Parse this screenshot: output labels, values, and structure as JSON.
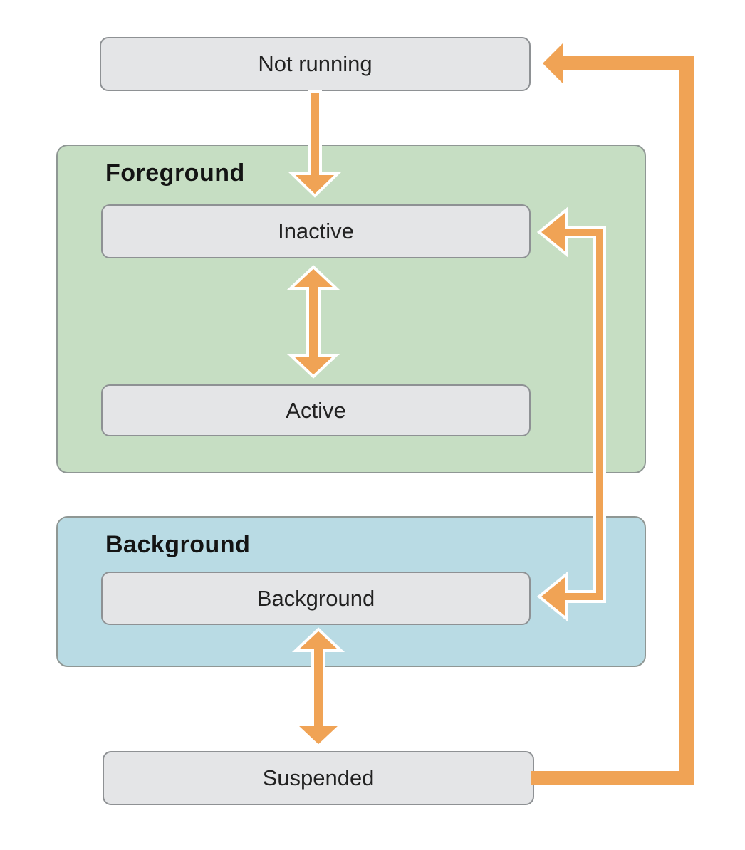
{
  "diagram": {
    "nodes": {
      "not_running": {
        "label": "Not running"
      },
      "inactive": {
        "label": "Inactive"
      },
      "active": {
        "label": "Active"
      },
      "background": {
        "label": "Background"
      },
      "suspended": {
        "label": "Suspended"
      }
    },
    "groups": {
      "foreground": {
        "label": "Foreground"
      },
      "background": {
        "label": "Background"
      }
    },
    "edges": [
      {
        "from": "Not running",
        "to": "Inactive",
        "direction": "one-way",
        "shape": "straight-down"
      },
      {
        "from": "Inactive",
        "to": "Active",
        "direction": "two-way",
        "shape": "straight-vertical"
      },
      {
        "from": "Inactive",
        "to": "Background",
        "direction": "two-way",
        "shape": "right-side-elbow"
      },
      {
        "from": "Background",
        "to": "Suspended",
        "direction": "two-way",
        "shape": "straight-vertical"
      },
      {
        "from": "Suspended",
        "to": "Not running",
        "direction": "one-way",
        "shape": "right-side-elbow"
      }
    ],
    "colors": {
      "arrow": "#F0A355",
      "arrow_outline": "#FFFFFF",
      "foreground_fill": "#C6DEC3",
      "background_fill": "#B9DBE4",
      "group_border": "#8F9794",
      "node_fill": "#E4E5E7",
      "node_border": "#8E9194",
      "node_text": "#222222",
      "label_text": "#141414"
    }
  }
}
